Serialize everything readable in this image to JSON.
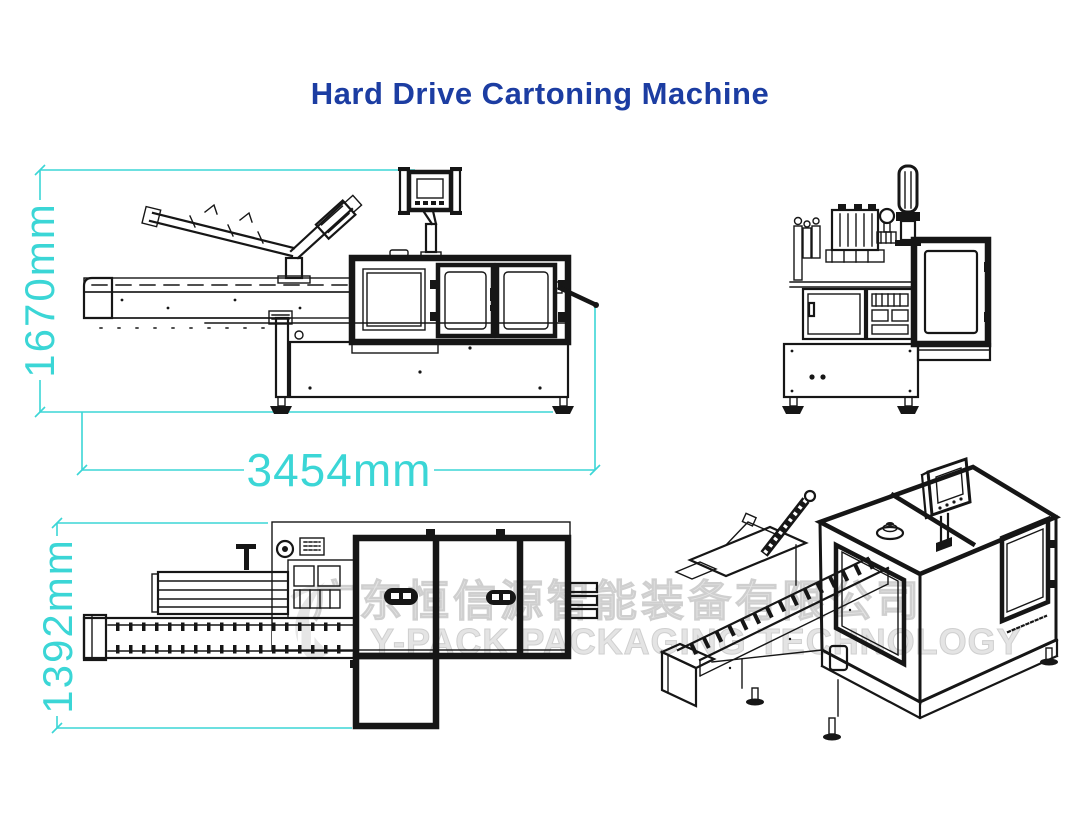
{
  "title": "Hard Drive Cartoning Machine",
  "dimensions": {
    "height": {
      "label": "1670mm"
    },
    "length": {
      "label": "3454mm"
    },
    "width": {
      "label": "1392mm"
    }
  },
  "watermark": {
    "line1": "广东恒信源智能装备有限公司",
    "line2": "Y-PACK PACKAGING TECHNOLOGY",
    "logo_icon": "swoosh-logo"
  },
  "colors": {
    "title_blue": "#1c3da2",
    "dimension_cyan": "#3bd6d6",
    "drawing_line": "#161616",
    "watermark_gray": "#e4e4e4",
    "background": "#ffffff"
  }
}
